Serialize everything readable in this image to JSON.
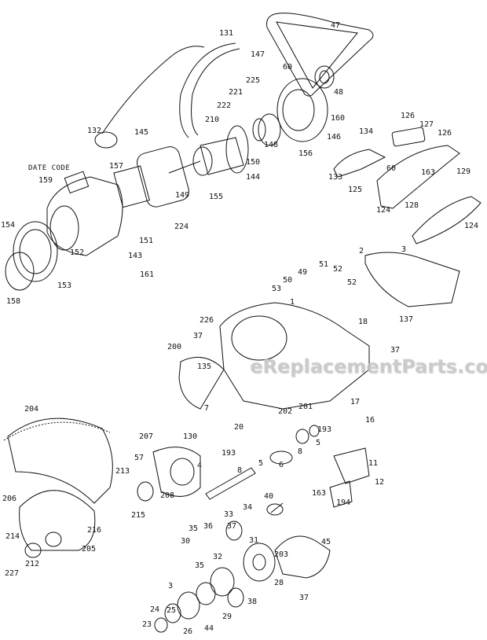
{
  "diagram": {
    "date_code_label": "DATE CODE",
    "watermark": "eReplacementParts.com",
    "part_numbers": [
      "47",
      "131",
      "147",
      "60",
      "225",
      "48",
      "221",
      "222",
      "210",
      "160",
      "132",
      "145",
      "146",
      "148",
      "156",
      "134",
      "126",
      "127",
      "126",
      "150",
      "144",
      "157",
      "159",
      "133",
      "60",
      "163",
      "129",
      "125",
      "124",
      "128",
      "155",
      "149",
      "124",
      "154",
      "224",
      "151",
      "2",
      "3",
      "152",
      "143",
      "161",
      "51",
      "52",
      "49",
      "50",
      "53",
      "52",
      "153",
      "158",
      "137",
      "1",
      "226",
      "18",
      "37",
      "37",
      "200",
      "135",
      "7",
      "202",
      "201",
      "17",
      "16",
      "20",
      "193",
      "204",
      "207",
      "130",
      "5",
      "8",
      "193",
      "6",
      "5",
      "8",
      "11",
      "57",
      "213",
      "4",
      "12",
      "208",
      "163",
      "194",
      "206",
      "215",
      "216",
      "34",
      "40",
      "33",
      "36",
      "37",
      "35",
      "30",
      "31",
      "203",
      "45",
      "214",
      "205",
      "212",
      "227",
      "32",
      "35",
      "28",
      "37",
      "3",
      "38",
      "29",
      "24",
      "25",
      "44",
      "26",
      "23"
    ],
    "line_color": "#111111",
    "watermark_color": "#c8c8c8"
  }
}
